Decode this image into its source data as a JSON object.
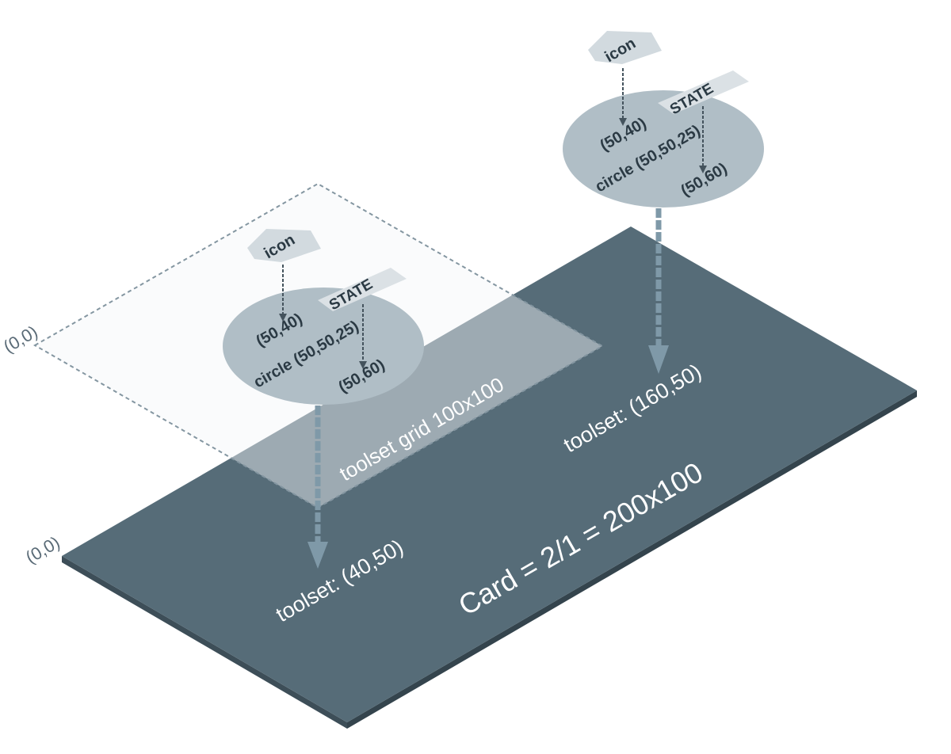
{
  "card": {
    "label": "Card = 2/1 = 200x100",
    "origin": "(0,0)",
    "color": "#566c78"
  },
  "grid": {
    "label": "toolset grid 100x100",
    "origin": "(0,0)"
  },
  "toolsets": [
    {
      "position_label": "toolset: (40,50)",
      "icon_label": "icon",
      "state_label": "STATE",
      "icon_coord": "(50,40)",
      "circle_label": "circle (50,50,25)",
      "state_coord": "(50,60)"
    },
    {
      "position_label": "toolset: (160,50)",
      "icon_label": "icon",
      "state_label": "STATE",
      "icon_coord": "(50,40)",
      "circle_label": "circle (50,50,25)",
      "state_coord": "(50,60)"
    }
  ],
  "colors": {
    "circle": "#b0bec6",
    "tag": "#dbe1e5",
    "arrow": "#44535d",
    "drop_arrow": "#7f99a8"
  }
}
